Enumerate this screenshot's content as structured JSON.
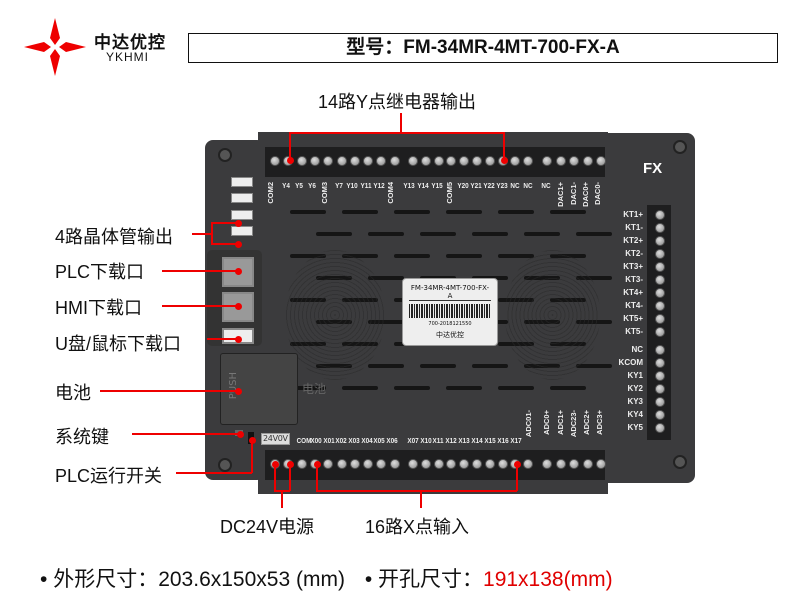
{
  "brand": {
    "name_cn": "中达优控",
    "name_en": "YKHMI"
  },
  "model_title": "型号：FM-34MR-4MT-700-FX-A",
  "device": {
    "side_label": "FX",
    "sticker_model": "FM-34MR-4MT-700-FX-A",
    "sticker_serial": "700-2018121550",
    "sticker_brand": "中达优控",
    "battery_text": "电池",
    "push_text": "PUSH",
    "power_label": "24V0V",
    "top_terminals": [
      "COM2",
      "Y4",
      "Y5",
      "Y6",
      "COM3",
      "Y7",
      "Y10",
      "Y11",
      "Y12",
      "COM4",
      "Y13",
      "Y14",
      "Y15",
      "COM5",
      "Y20",
      "Y21",
      "Y22",
      "Y23",
      "NC",
      "NC",
      "NC",
      "DAC1+",
      "DAC1-",
      "DAC0+",
      "DAC0-"
    ],
    "bottom_terminals": [
      "COM",
      "X00",
      "X01",
      "X02",
      "X03",
      "X04",
      "X05",
      "X06",
      "X07",
      "X10",
      "X11",
      "X12",
      "X13",
      "X14",
      "X15",
      "X16",
      "X17",
      "ADC01-",
      "ADC0+",
      "ADC1+",
      "ADC23-",
      "ADC2+",
      "ADC3+"
    ],
    "right_terminals": [
      "KT1+",
      "KT1-",
      "KT2+",
      "KT2-",
      "KT3+",
      "KT3-",
      "KT4+",
      "KT4-",
      "KT5+",
      "KT5-",
      "NC",
      "KCOM",
      "KY1",
      "KY2",
      "KY3",
      "KY4",
      "KY5"
    ]
  },
  "annotations": {
    "relay_out": "14路Y点继电器输出",
    "transistor_out": "4路晶体管输出",
    "plc_port": "PLC下载口",
    "hmi_port": "HMI下载口",
    "usb_port": "U盘/鼠标下载口",
    "battery": "电池",
    "system_key": "系统键",
    "run_switch": "PLC运行开关",
    "dc_power": "DC24V电源",
    "x_input": "16路X点输入"
  },
  "footer": {
    "bullet": "•",
    "dims_label": "外形尺寸：",
    "dims_value": "203.6x150x53 (mm)",
    "cutout_label": "开孔尺寸：",
    "cutout_value": "191x138(mm)",
    "cutout_color": "#e00000"
  }
}
